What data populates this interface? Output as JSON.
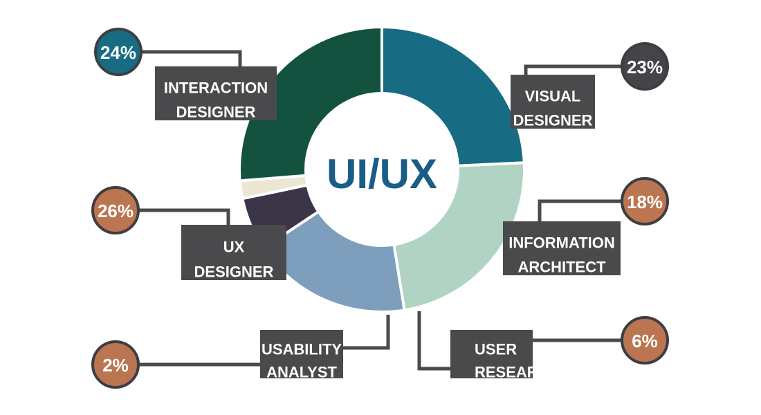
{
  "chart_data": {
    "type": "pie",
    "title": "UI/UX",
    "slices": [
      {
        "line1": "INTERACTION",
        "line2": "DESIGNER",
        "percent": "24%",
        "value": 24,
        "color": "#176b82"
      },
      {
        "line1": "VISUAL",
        "line2": "DESIGNER",
        "percent": "23%",
        "value": 23,
        "color": "#b1d3c4"
      },
      {
        "line1": "INFORMATION",
        "line2": "ARCHITECT",
        "percent": "18%",
        "value": 18,
        "color": "#7d9fbd"
      },
      {
        "line1": "USER",
        "line2": "RESEARCH",
        "percent": "6%",
        "value": 6,
        "color": "#3c3447"
      },
      {
        "line1": "USABILITY",
        "line2": "ANALYST",
        "percent": "2%",
        "value": 2,
        "color": "#ede6d3"
      },
      {
        "line1": "UX",
        "line2": "DESIGNER",
        "percent": "26%",
        "value": 26,
        "color": "#13523f"
      }
    ]
  },
  "colors": {
    "label_box": "#4a4a4d",
    "connector": "#4a4a4d",
    "badge_copper": "#bb7651",
    "badge_teal": "#176b82",
    "badge_dark": "#454449",
    "title_text": "#1a5d86"
  }
}
